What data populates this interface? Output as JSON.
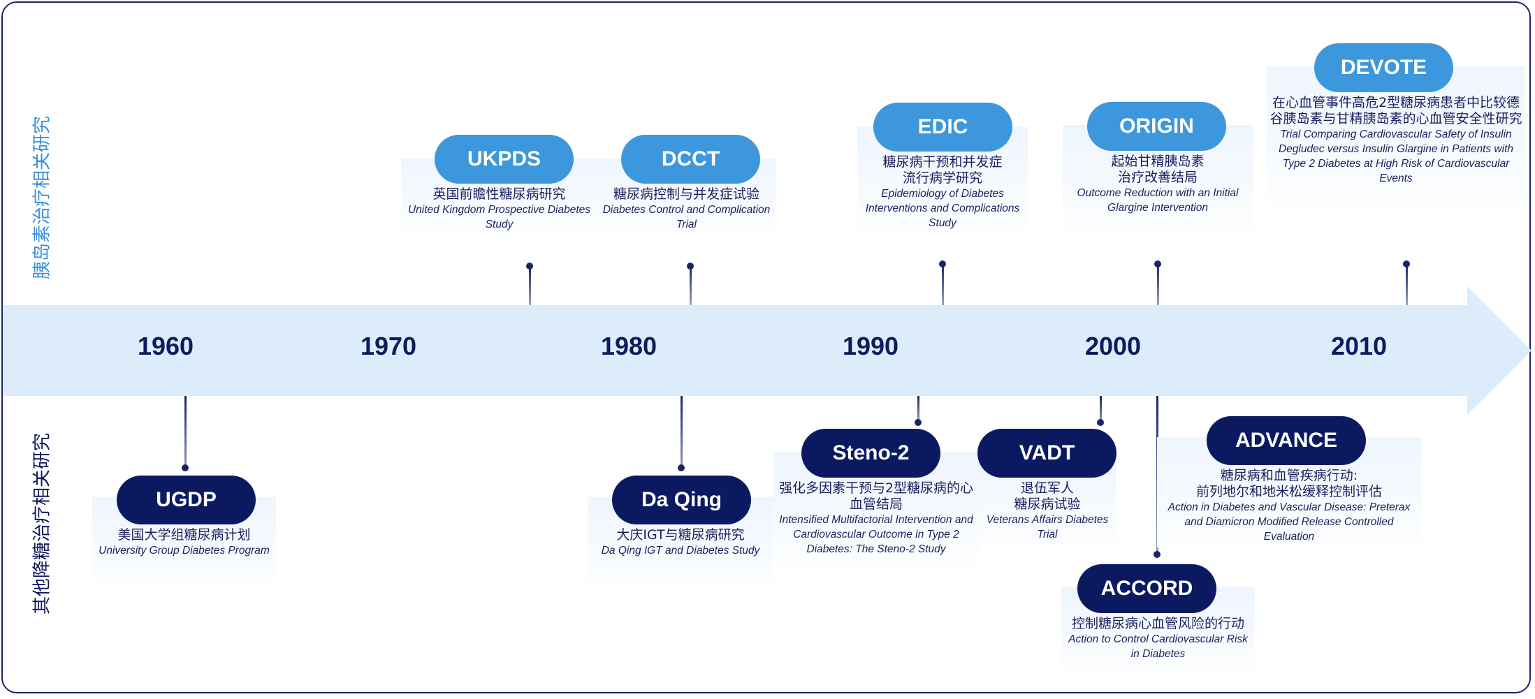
{
  "side_labels": {
    "top": "胰岛素治疗相关研究",
    "bottom": "其他降糖治疗相关研究"
  },
  "years": [
    "1960",
    "1970",
    "1980",
    "1990",
    "2000",
    "2010"
  ],
  "colors": {
    "insulin_pill": "#3d97dd",
    "other_pill": "#0b1a60",
    "arrow": "#dcecfb",
    "text": "#1a1f5e"
  },
  "insulin_studies": [
    {
      "id": "ukpds",
      "name": "UKPDS",
      "cn": "英国前瞻性糖尿病研究",
      "en": "United Kingdom Prospective Diabetes Study"
    },
    {
      "id": "dcct",
      "name": "DCCT",
      "cn": "糖尿病控制与并发症试验",
      "en": "Diabetes Control and Complication Trial"
    },
    {
      "id": "edic",
      "name": "EDIC",
      "cn": "糖尿病干预和并发症\n流行病学研究",
      "en": "Epidemiology of Diabetes Interventions and Complications Study"
    },
    {
      "id": "origin",
      "name": "ORIGIN",
      "cn": "起始甘精胰岛素\n治疗改善结局",
      "en": "Outcome Reduction with an Initial Glargine Intervention"
    },
    {
      "id": "devote",
      "name": "DEVOTE",
      "cn": "在心血管事件高危2型糖尿病患者中比较德谷胰岛素与甘精胰岛素的心血管安全性研究",
      "en": "Trial Comparing Cardiovascular Safety of Insulin Degludec versus Insulin Glargine in Patients with Type 2 Diabetes at High Risk of Cardiovascular Events"
    }
  ],
  "other_studies": [
    {
      "id": "ugdp",
      "name": "UGDP",
      "cn": "美国大学组糖尿病计划",
      "en": "University Group Diabetes Program"
    },
    {
      "id": "daqing",
      "name": "Da Qing",
      "cn": "大庆IGT与糖尿病研究",
      "en": "Da Qing IGT and Diabetes Study"
    },
    {
      "id": "steno2",
      "name": "Steno-2",
      "cn": "强化多因素干预与2型糖尿病的心血管结局",
      "en": "Intensified Multifactorial Intervention and Cardiovascular Outcome in Type 2 Diabetes: The Steno-2 Study"
    },
    {
      "id": "vadt",
      "name": "VADT",
      "cn": "退伍军人\n糖尿病试验",
      "en": "Veterans Affairs Diabetes Trial"
    },
    {
      "id": "accord",
      "name": "ACCORD",
      "cn": "控制糖尿病心血管风险的行动",
      "en": "Action to Control Cardiovascular Risk in Diabetes"
    },
    {
      "id": "advance",
      "name": "ADVANCE",
      "cn": "糖尿病和血管疾病行动:\n前列地尔和地米松缓释控制评估",
      "en": "Action in Diabetes and Vascular Disease: Preterax and Diamicron Modified Release Controlled Evaluation"
    }
  ]
}
